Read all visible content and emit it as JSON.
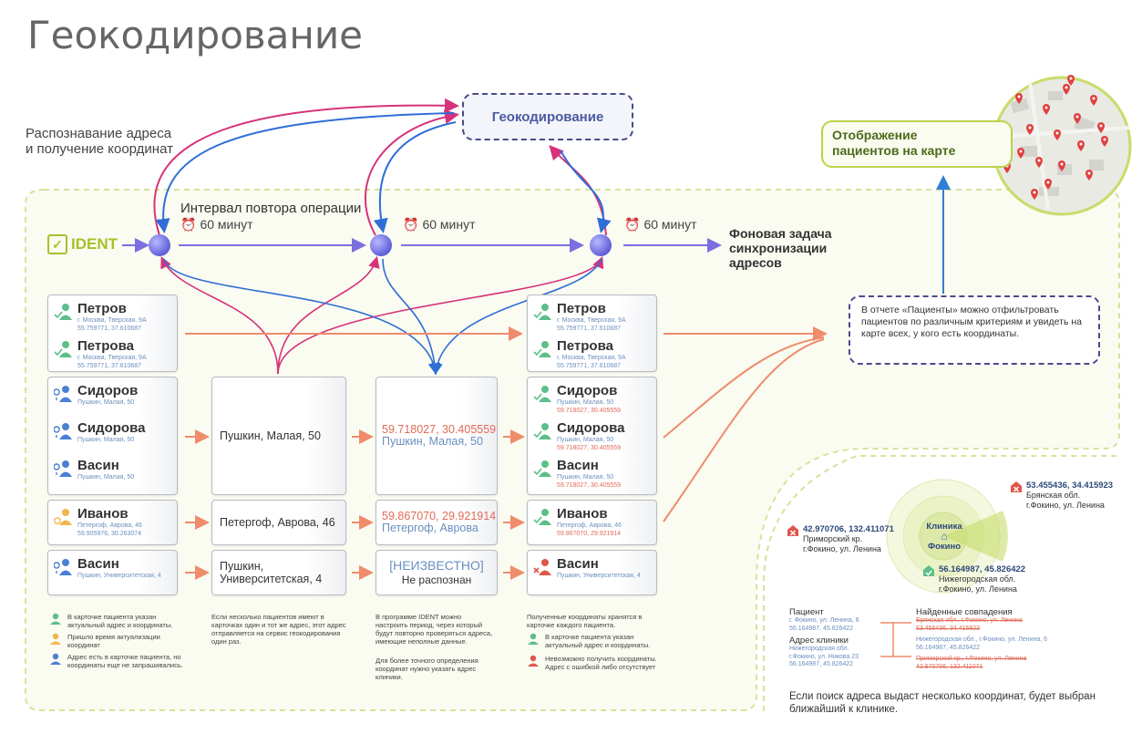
{
  "title": "Геокодирование",
  "subtitle_lines": [
    "Распознавание адреса",
    "и получение координат"
  ],
  "geocoding_box": "Геокодирование",
  "map_box_lines": [
    "Отображение",
    "пациентов на карте"
  ],
  "interval_label": "Интервал повтора операции",
  "interval": [
    "60 минут",
    "60 минут",
    "60 минут"
  ],
  "clock_icon": "⏰",
  "ident_label": "IDENT",
  "background_task_lines": [
    "Фоновая задача",
    "синхронизации",
    "адресов"
  ],
  "report_text": "В отчете «Пациенты» можно отфильтровать пациентов по различным критериям и увидеть на карте всех, у кого есть координаты.",
  "left_patients": [
    {
      "name": "Петров",
      "addr": "г. Москва, Тверская, 9А",
      "coords": "55.759771, 37.610687",
      "status": "green"
    },
    {
      "name": "Петрова",
      "addr": "г. Москва, Тверская, 9А",
      "coords": "55.759771, 37.610687",
      "status": "green"
    },
    {
      "name": "Сидоров",
      "addr": "Пушкин, Малая, 50",
      "coords": "",
      "status": "blue"
    },
    {
      "name": "Сидорова",
      "addr": "Пушкин, Малая, 50",
      "coords": "",
      "status": "blue"
    },
    {
      "name": "Васин",
      "addr": "Пушкин, Малая, 50",
      "coords": "",
      "status": "blue"
    },
    {
      "name": "Иванов",
      "addr": "Петергоф, Аврова, 46",
      "coords": "59.905976, 30.263074",
      "status": "yellow"
    },
    {
      "name": "Васин",
      "addr": "Пушкин, Университетская, 4",
      "coords": "",
      "status": "blue"
    }
  ],
  "middle_addresses": [
    "Пушкин, Малая, 50",
    "Петергоф, Аврова, 46",
    "Пушкин, Университетская, 4"
  ],
  "geocoded": [
    {
      "coords": "59.718027, 30.405559",
      "addr": "Пушкин, Малая, 50"
    },
    {
      "coords": "59.867070, 29.921914",
      "addr": "Петергоф, Аврова"
    }
  ],
  "unknown_lines": [
    "[НЕИЗВЕСТНО]",
    "Не распознан"
  ],
  "right_patients": [
    {
      "name": "Петров",
      "addr": "г. Москва, Тверская, 9А",
      "coords": "55.759771, 37.610687",
      "status": "green"
    },
    {
      "name": "Петрова",
      "addr": "г. Москва, Тверская, 9А",
      "coords": "55.759771, 37.610687",
      "status": "green"
    },
    {
      "name": "Сидоров",
      "addr": "Пушкин, Малая, 50",
      "coords": "59.718027, 30.405559",
      "status": "green"
    },
    {
      "name": "Сидорова",
      "addr": "Пушкин, Малая, 50",
      "coords": "59.718027, 30.405559",
      "status": "green"
    },
    {
      "name": "Васин",
      "addr": "Пушкин, Малая, 50",
      "coords": "59.718027, 30.405559",
      "status": "green"
    },
    {
      "name": "Иванов",
      "addr": "Петергоф, Аврова, 46",
      "coords": "59.867070, 29.921914",
      "status": "green"
    },
    {
      "name": "Васин",
      "addr": "Пушкин, Университетская, 4",
      "coords": "",
      "status": "red"
    }
  ],
  "legend": [
    "В карточке пациента указан актуальный адрес и координаты.",
    "Пришло время актуализации координат",
    "Адрес есть в карточке пациента, но координаты еще не запрашивались."
  ],
  "notes": [
    "Если несколько пациентов имеют в карточках один и тот же адрес, этот адрес отправляется на сервис геокодирования один раз.",
    "В программе IDENT можно настроить период, через который будут повторно проверяться адреса, имеющие неполные данные.",
    "Для более точного определения координат нужно указать адрес клиники.",
    "Полученные координаты хранятся в карточке каждого пациента."
  ],
  "right_legend": [
    "В карточке пациента указан актуальный адрес и координаты.",
    "Невозможно получить координаты. Адрес с ошибкой либо отсутствует"
  ],
  "clinic_label": [
    "Клиника",
    "Фокино"
  ],
  "locations": [
    {
      "coords": "53.455436, 34.415923",
      "lines": [
        "Брянская обл.",
        "г.Фокино, ул. Ленина"
      ],
      "status": "wrong"
    },
    {
      "coords": "42.970706, 132.411071",
      "lines": [
        "Приморский кр.",
        "г.Фокино, ул. Ленина"
      ],
      "status": "wrong"
    },
    {
      "coords": "56.164987, 45.826422",
      "lines": [
        "Нижегородская обл.",
        "г.Фокино, ул. Ленина"
      ],
      "status": "ok"
    }
  ],
  "table": {
    "patient_h": "Пациент",
    "patient_v": [
      "г. Фокино, ул. Ленина, 6",
      "56.164987, 45.826422"
    ],
    "clinic_h": "Адрес клиники",
    "clinic_v": [
      "Нижегородская обл.",
      "г.Фокино, ул. Никова 23",
      "56.164987, 45.826422"
    ],
    "matches_h": "Найденные совпадения",
    "matches": [
      [
        "Брянская обл., г.Фокино, ул. Ленина",
        "53.455436, 34.415923"
      ],
      [
        "Нижегородская обл., г.Фокино, ул. Ленина, 6",
        "56.164987, 45.826422"
      ],
      [
        "Приморский кр., г.Фокино, ул. Ленина",
        "42.970706, 132.411071"
      ]
    ]
  },
  "bottom_note": "Если поиск адреса выдаст несколько координат, будет выбран ближайший к клинике.",
  "colors": {
    "pink": "#d6337a",
    "blue": "#2f6ed6",
    "orange": "#ef8c6b",
    "green": "#a7c12a",
    "navy": "#4a4a8a"
  }
}
